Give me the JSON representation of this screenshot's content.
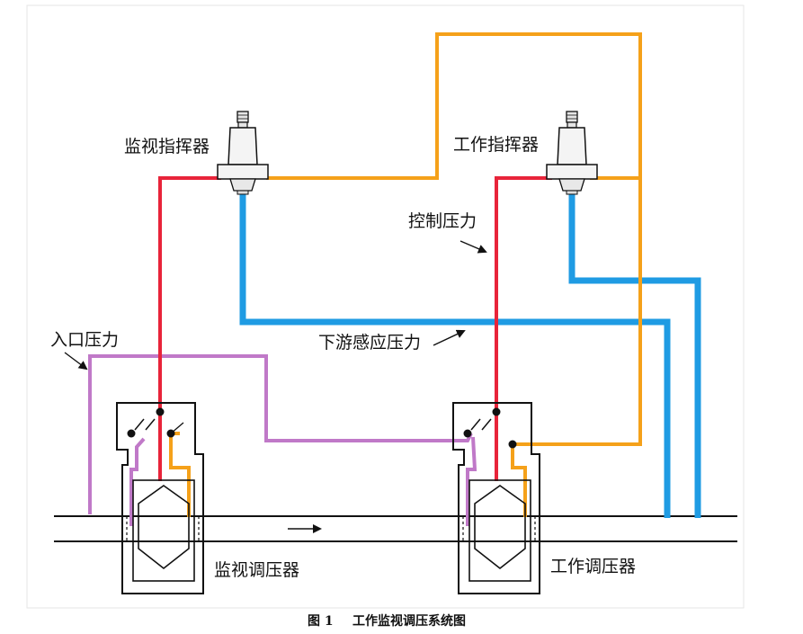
{
  "labels": {
    "monitor_pilot": "监视指挥器",
    "worker_pilot": "工作指挥器",
    "control_pressure": "控制压力",
    "inlet_pressure": "入口压力",
    "downstream_pressure": "下游感应压力",
    "monitor_regulator": "监视调压器",
    "worker_regulator": "工作调压器"
  },
  "caption": {
    "number": "图 1",
    "title": "工作监视调压系统图"
  },
  "colors": {
    "inlet_pressure": "#c079c8",
    "control_pressure": "#e8243a",
    "downstream_pressure": "#1f9be3",
    "loading_pressure": "#f5a11a",
    "outline": "#111111"
  },
  "icons": [
    "pilot-regulator-icon",
    "regulator-valve-icon",
    "flow-arrow-icon"
  ]
}
